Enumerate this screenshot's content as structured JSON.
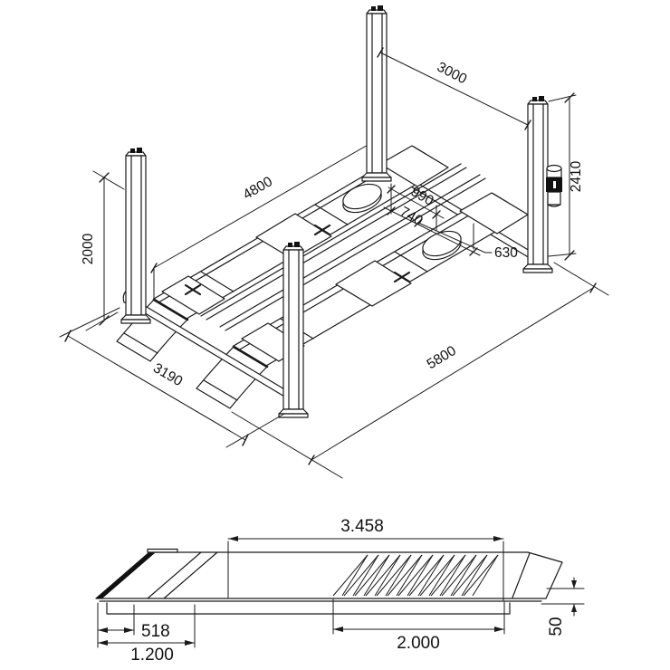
{
  "drawing": {
    "background": "#ffffff",
    "line_color": "#1a1a1a",
    "views": {
      "isometric": {
        "name": "four-post-lift-isometric-view",
        "dims": [
          {
            "id": "column-height-left",
            "label": "2000"
          },
          {
            "id": "runway-length",
            "label": "4800"
          },
          {
            "id": "width-between-columns",
            "label": "3000"
          },
          {
            "id": "column-height-right",
            "label": "2410"
          },
          {
            "id": "track-width-outer",
            "label": "990"
          },
          {
            "id": "track-width-inner",
            "label": "740"
          },
          {
            "id": "runway-width",
            "label": "630"
          },
          {
            "id": "overall-width",
            "label": "3190"
          },
          {
            "id": "overall-length",
            "label": "5800"
          }
        ]
      },
      "side": {
        "name": "runway-platform-side-view",
        "dims": [
          {
            "id": "platform-length",
            "label": "3.458"
          },
          {
            "id": "ramp-section",
            "label": "518"
          },
          {
            "id": "front-section",
            "label": "1.200"
          },
          {
            "id": "tread-section",
            "label": "2.000"
          },
          {
            "id": "platform-height",
            "label": "50"
          }
        ]
      }
    }
  }
}
